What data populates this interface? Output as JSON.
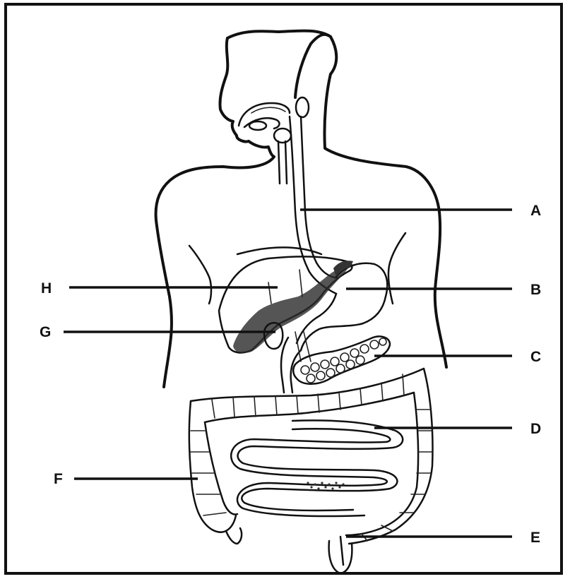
{
  "diagram": {
    "labels": [
      {
        "id": "A",
        "text": "A"
      },
      {
        "id": "B",
        "text": "B"
      },
      {
        "id": "C",
        "text": "C"
      },
      {
        "id": "D",
        "text": "D"
      },
      {
        "id": "E",
        "text": "E"
      },
      {
        "id": "F",
        "text": "F"
      },
      {
        "id": "G",
        "text": "G"
      },
      {
        "id": "H",
        "text": "H"
      }
    ]
  },
  "colors": {
    "ink": "#111111",
    "background": "#ffffff"
  }
}
